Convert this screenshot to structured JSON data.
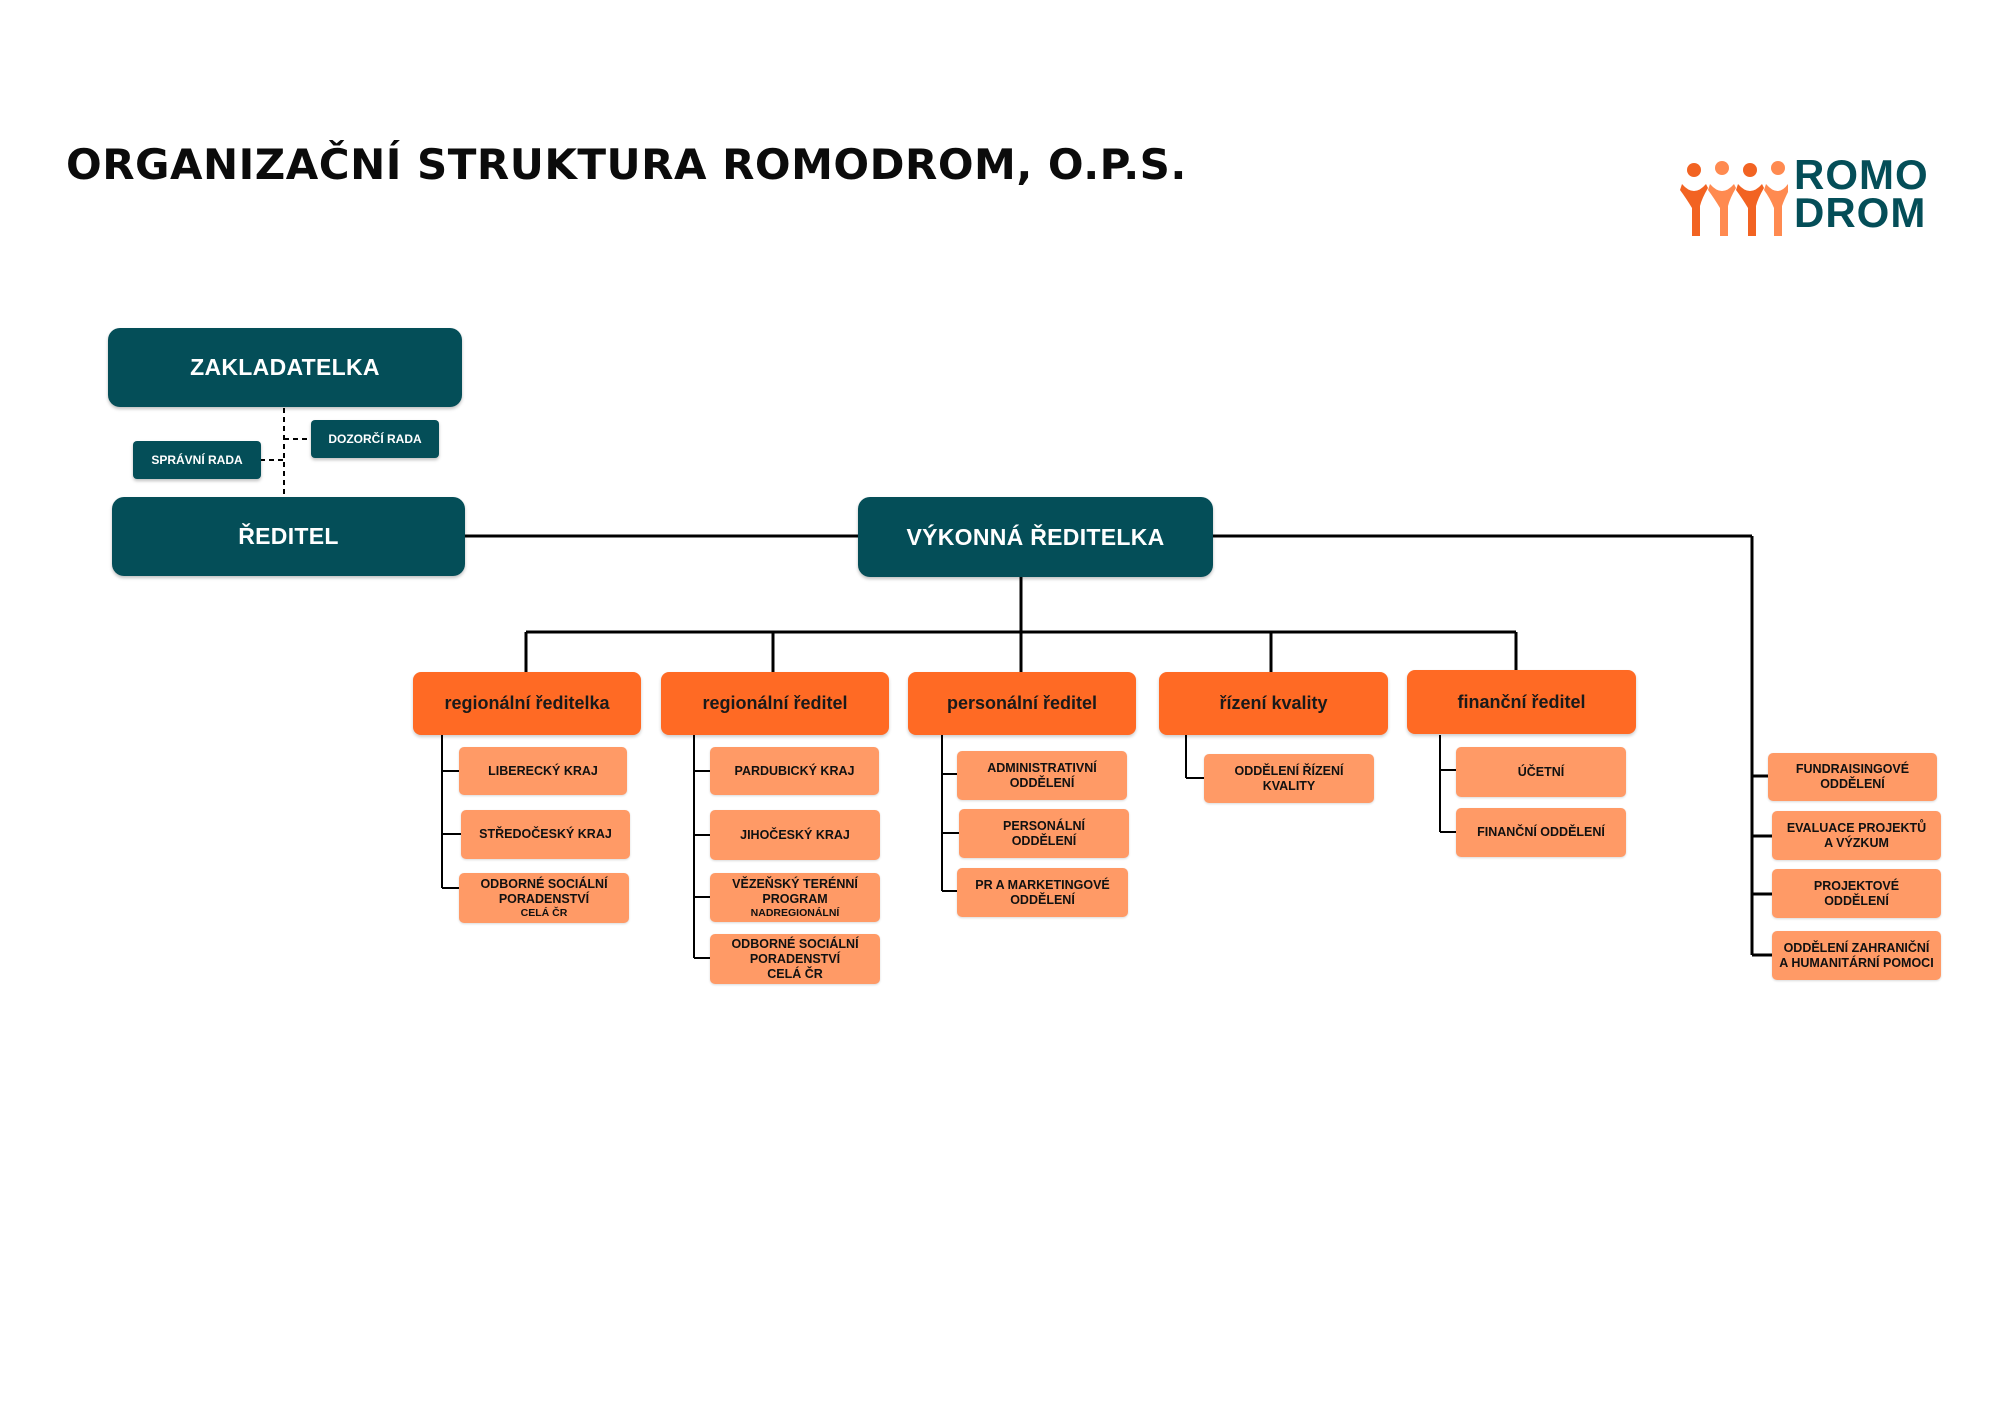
{
  "title": "ORGANIZAČNÍ STRUKTURA ROMODROM, O.P.S.",
  "logo": {
    "line1": "ROMO",
    "line2": "DROM",
    "mark_icon": "romodrom-figures-icon",
    "brand_orange": "#f26322",
    "brand_teal": "#044e58"
  },
  "colors": {
    "dark_box": "#044e58",
    "head_box": "#ff6a24",
    "leaf_box": "#ff9a66",
    "line": "#000000"
  },
  "top": {
    "founder": "ZAKLADATELKA",
    "supervisory_board": "DOZORČÍ RADA",
    "board_of_directors": "SPRÁVNÍ RADA",
    "director": "ŘEDITEL",
    "executive_director": "VÝKONNÁ ŘEDITELKA"
  },
  "departments": [
    {
      "head": "regionální ředitelka",
      "units": [
        {
          "lines": [
            "LIBERECKÝ KRAJ"
          ]
        },
        {
          "lines": [
            "STŘEDOČESKÝ KRAJ"
          ]
        },
        {
          "lines": [
            "ODBORNÉ SOCIÁLNÍ",
            "PORADENSTVÍ"
          ],
          "sub": "CELÁ ČR"
        }
      ]
    },
    {
      "head": "regionální ředitel",
      "units": [
        {
          "lines": [
            "PARDUBICKÝ KRAJ"
          ]
        },
        {
          "lines": [
            "JIHOČESKÝ KRAJ"
          ]
        },
        {
          "lines": [
            "VĚZEŇSKÝ TERÉNNÍ",
            "PROGRAM"
          ],
          "sub": "NADREGIONÁLNÍ"
        },
        {
          "lines": [
            "ODBORNÉ SOCIÁLNÍ",
            "PORADENSTVÍ",
            "CELÁ ČR"
          ]
        }
      ]
    },
    {
      "head": "personální ředitel",
      "units": [
        {
          "lines": [
            "ADMINISTRATIVNÍ",
            "ODDĚLENÍ"
          ]
        },
        {
          "lines": [
            "PERSONÁLNÍ",
            "ODDĚLENÍ"
          ]
        },
        {
          "lines": [
            "PR A MARKETINGOVÉ",
            "ODDĚLENÍ"
          ]
        }
      ]
    },
    {
      "head": "řízení kvality",
      "units": [
        {
          "lines": [
            "ODDĚLENÍ ŘÍZENÍ",
            "KVALITY"
          ]
        }
      ]
    },
    {
      "head": "finanční ředitel",
      "units": [
        {
          "lines": [
            "ÚČETNÍ"
          ]
        },
        {
          "lines": [
            "FINANČNÍ ODDĚLENÍ"
          ]
        }
      ]
    }
  ],
  "side_units": [
    {
      "lines": [
        "FUNDRAISINGOVÉ",
        "ODDĚLENÍ"
      ]
    },
    {
      "lines": [
        "EVALUACE PROJEKTŮ",
        "A VÝZKUM"
      ]
    },
    {
      "lines": [
        "PROJEKTOVÉ",
        "ODDĚLENÍ"
      ]
    },
    {
      "lines": [
        "ODDĚLENÍ ZAHRANIČNÍ",
        "A HUMANITÁRNÍ POMOCI"
      ]
    }
  ]
}
